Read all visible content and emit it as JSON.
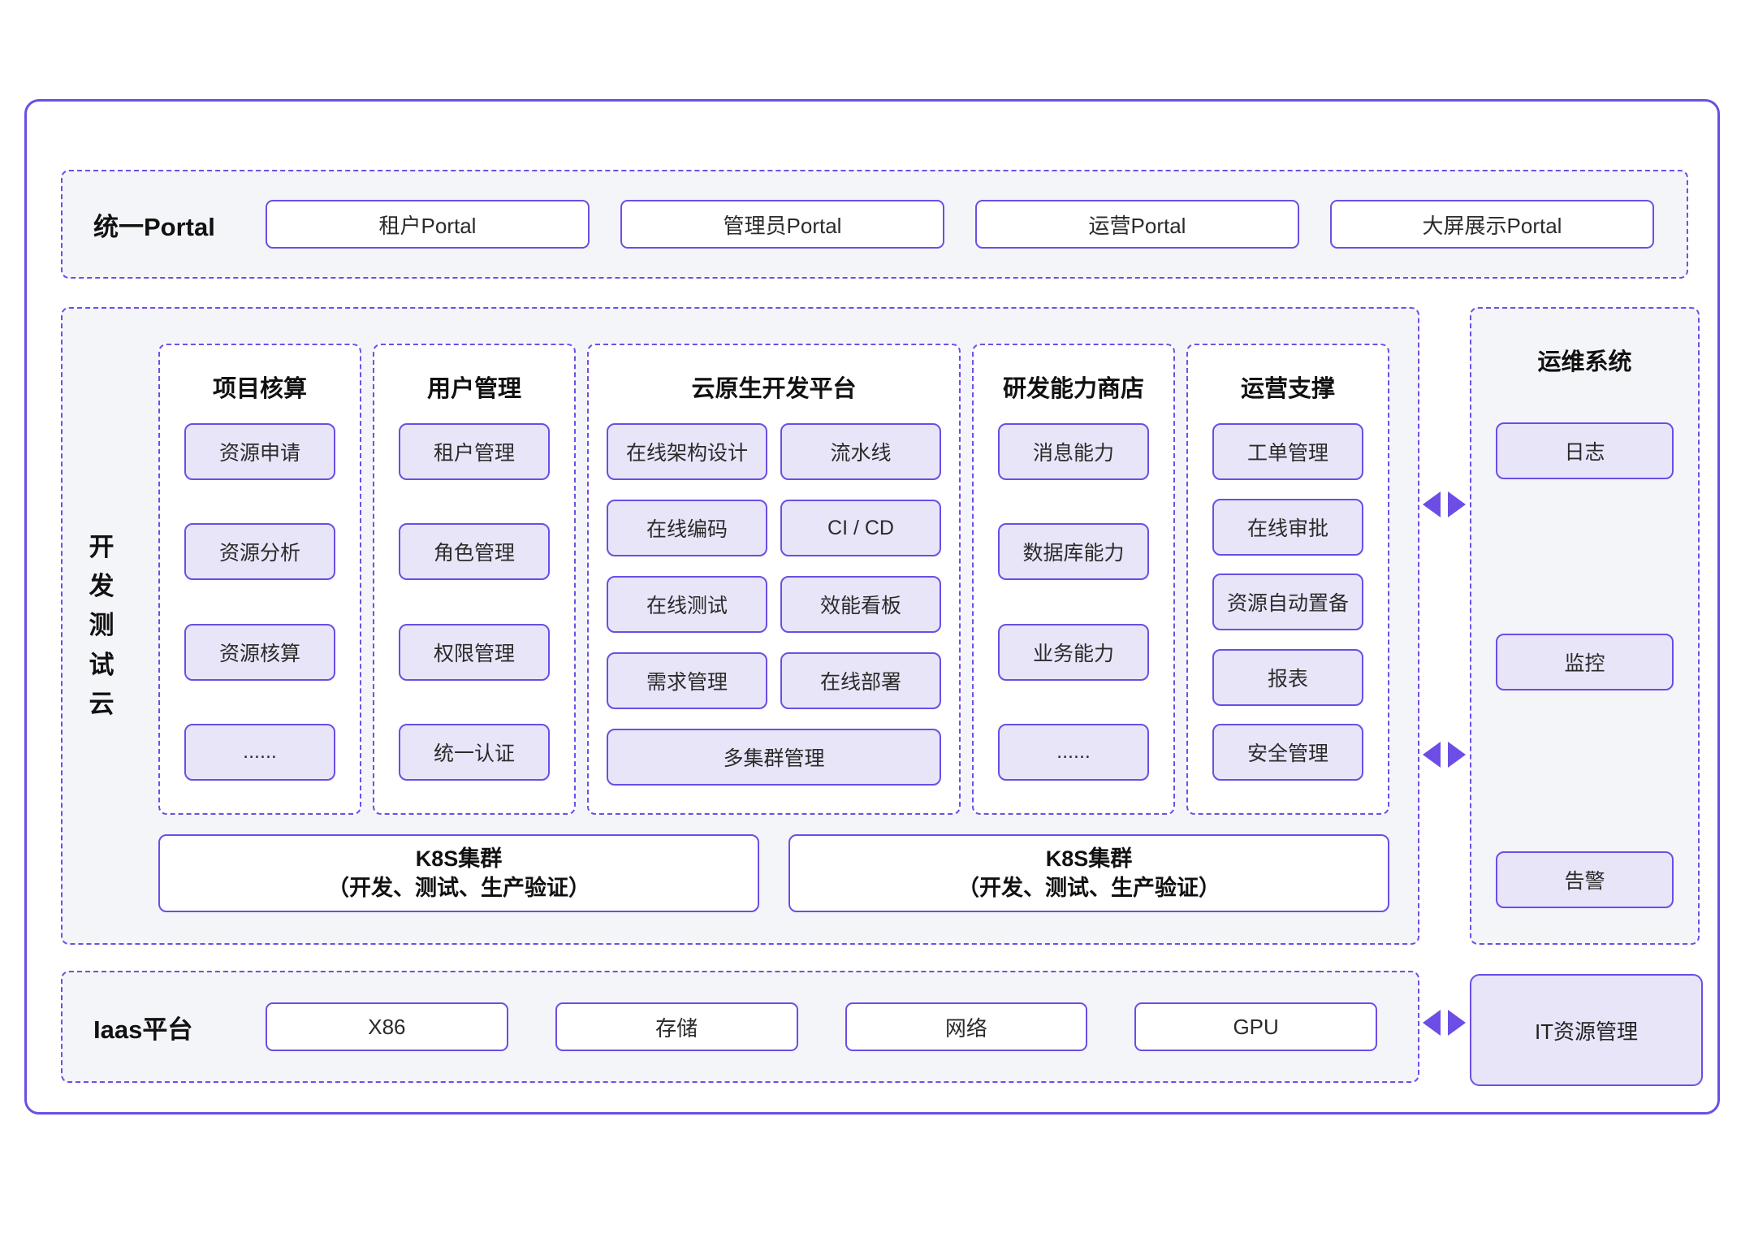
{
  "colors": {
    "accent_purple": "#6C4DE6",
    "box_fill_lavender": "#E9E5F8",
    "panel_background": "#F4F5F9",
    "box_fill_white": "#FFFFFF",
    "text_dark": "#1F1F1F"
  },
  "portal_bar": {
    "title": "统一Portal",
    "items": [
      "租户Portal",
      "管理员Portal",
      "运营Portal",
      "大屏展示Portal"
    ]
  },
  "dev_cloud": {
    "side_label": "开发测试云",
    "columns": [
      {
        "title": "项目核算",
        "items": [
          "资源申请",
          "资源分析",
          "资源核算",
          "......"
        ]
      },
      {
        "title": "用户管理",
        "items": [
          "租户管理",
          "角色管理",
          "权限管理",
          "统一认证"
        ]
      },
      {
        "title": "云原生开发平台",
        "grid": [
          [
            "在线架构设计",
            "流水线"
          ],
          [
            "在线编码",
            "CI / CD"
          ],
          [
            "在线测试",
            "效能看板"
          ],
          [
            "需求管理",
            "在线部署"
          ]
        ],
        "wide_item": "多集群管理"
      },
      {
        "title": "研发能力商店",
        "items": [
          "消息能力",
          "数据库能力",
          "业务能力",
          "......"
        ]
      },
      {
        "title": "运营支撑",
        "items": [
          "工单管理",
          "在线审批",
          "资源自动置备",
          "报表",
          "安全管理"
        ]
      }
    ],
    "k8s_clusters": [
      {
        "line1": "K8S集群",
        "line2": "（开发、测试、生产验证）"
      },
      {
        "line1": "K8S集群",
        "line2": "（开发、测试、生产验证）"
      }
    ]
  },
  "ops_system": {
    "title": "运维系统",
    "items": [
      "日志",
      "监控",
      "告警"
    ]
  },
  "iaas": {
    "title": "Iaas平台",
    "items": [
      "X86",
      "存储",
      "网络",
      "GPU"
    ]
  },
  "it_resource": {
    "label": "IT资源管理"
  }
}
